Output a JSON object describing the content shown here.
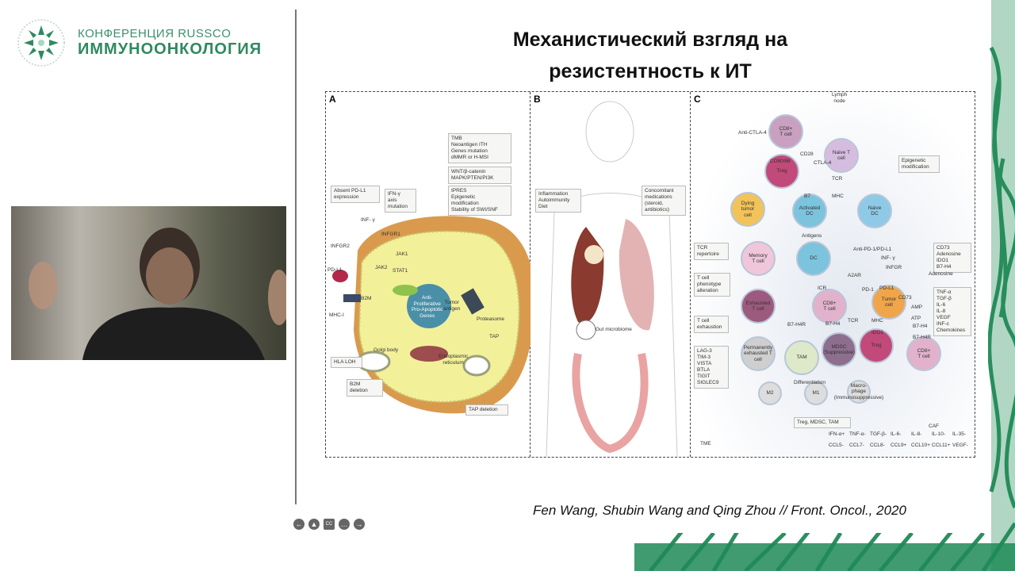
{
  "branding": {
    "line1": "КОНФЕРЕНЦИЯ RUSSCO",
    "line2": "ИММУНООНКОЛОГИЯ",
    "seal_text": "RUSSCO",
    "accent": "#2e8a60"
  },
  "slide": {
    "title_line1": "Механистический взгляд на",
    "title_line2": "резистентность к ИТ",
    "citation": "Fen Wang, Shubin Wang and Qing Zhou  // Front. Oncol., 2020",
    "figure": {
      "panel_a": {
        "label": "A",
        "boxes": [
          "Absent PD-L1\nexpression",
          "IFN-γ\naxis\nmutation",
          "TMB\nNeoantigen ITH\nGenes mutation\ndMMR or H-MSI",
          "WNT/β-catenin\nMAPK/PTEN/PI3K",
          "IPRES\nEpigenetic\nmodification\nStability of SWI/SNF",
          "HLA LOH",
          "B2M\ndeletion",
          "TAP deletion"
        ],
        "labels": [
          "INF- γ",
          "INFGR1",
          "INFGR2",
          "JAK1",
          "JAK2",
          "STAT1",
          "PD-L1",
          "B2M",
          "MHC-I",
          "Golgi body",
          "Tumor\nantigen",
          "Proteasome",
          "TAP",
          "Endoplasmic\nreticulum",
          "Anti-\nProliferative\nPro-Apoptotic\nGenes"
        ]
      },
      "panel_b": {
        "label": "B",
        "boxes": [
          "Inflammation\nAutoimmunity\nDiet",
          "Concomitant\nmedications\n(steroid,\nantibiotics)"
        ],
        "labels": [
          "Gut microbiome"
        ]
      },
      "panel_c": {
        "label": "C",
        "boxes": [
          "Epigenetic\nmodification",
          "TCR\nrepertoire",
          "T cell\nphenotype\nalteration",
          "T cell\nexhaustion",
          "LAG-3\nTIM-3\nVISTA\nBTLA\nTIGIT\nSIGLEC9",
          "CD73\nAdenosine\nIDO1\nB7-H4",
          "TNF-α\nTGF-β\nIL-6\nIL-8\nVEGF\nINF-c\nChemokines",
          "Treg, MDSC, TAM"
        ],
        "cells": [
          "CD8+\nT cell",
          "Naive T\ncell",
          "Treg",
          "Dying\ntumor\ncell",
          "Activated\nDC",
          "Naive\nDC",
          "Memory\nT cell",
          "DC",
          "Exhausted\nT cell",
          "Permanently\nexhausted T\ncell",
          "CD8+\nT cell",
          "Tumor\ncell",
          "TAM",
          "MDSC\n(Suppressive)",
          "Treg",
          "CD8+\nT cell",
          "M2",
          "M1",
          "Macro-\nphage\n(Immunosuppressive)"
        ],
        "labels": [
          "Lymph\nnode",
          "Anti-CTLA-4",
          "CD28",
          "CD80/86",
          "CTLA-4",
          "TCR",
          "MHC",
          "B7",
          "Antigens",
          "Anti-PD-1/PD-L1",
          "INF- γ",
          "INFGR",
          "Adenosine",
          "A2AR",
          "ICR",
          "PD-1",
          "PD-L1",
          "CD73",
          "AMP",
          "ATP",
          "TCR",
          "MHC",
          "B7-H4R",
          "B7-H4",
          "IDO1",
          "B7-H4",
          "B7-H4R",
          "Differentiation",
          "CAF",
          "TME"
        ],
        "legend_top": [
          "IFN-α+",
          "TNF-α-",
          "TGF-β-",
          "IL-6-",
          "IL-8-",
          "IL-10-",
          "IL-35-"
        ],
        "legend_bottom": [
          "CCL5-",
          "CCL7-",
          "CCL8-",
          "CCL9+",
          "CCL10+",
          "CCL11+",
          "VEGF-"
        ]
      }
    }
  },
  "controls": [
    {
      "icon": "prev-arrow-icon",
      "glyph": "←"
    },
    {
      "icon": "pointer-icon",
      "glyph": "▲"
    },
    {
      "icon": "captions-icon",
      "glyph": "CC"
    },
    {
      "icon": "more-icon",
      "glyph": "…"
    },
    {
      "icon": "next-arrow-icon",
      "glyph": "→"
    }
  ]
}
